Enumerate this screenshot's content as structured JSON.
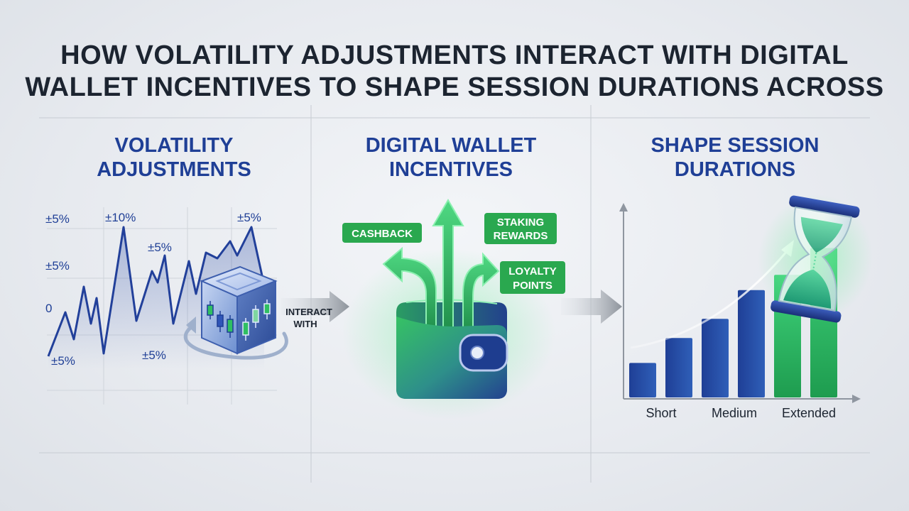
{
  "title": {
    "line1": "HOW VOLATILITY ADJUSTMENTS INTERACT WITH DIGITAL",
    "line2": "WALLET INCENTIVES TO SHAPE SESSION DURATIONS ACROSS"
  },
  "columns": {
    "volatility": {
      "heading_line1": "VOLATILITY",
      "heading_line2": "ADJUSTMENTS",
      "labels": [
        "±5%",
        "±10%",
        "±5%",
        "±5%",
        "±5%",
        "0",
        "±5%",
        "±5%"
      ],
      "connector_line1": "INTERACT",
      "connector_line2": "WITH"
    },
    "wallet": {
      "heading_line1": "DIGITAL WALLET",
      "heading_line2": "INCENTIVES",
      "chips": {
        "cashback": "CASHBACK",
        "staking_line1": "STAKING",
        "staking_line2": "REWARDS",
        "loyalty_line1": "LOYALTY",
        "loyalty_line2": "POINTS"
      }
    },
    "session": {
      "heading_line1": "SHAPE SESSION",
      "heading_line2": "DURATIONS",
      "bars": [
        0.18,
        0.31,
        0.41,
        0.56,
        0.64,
        0.78
      ],
      "x_labels": [
        "Short",
        "Medium",
        "Extended"
      ]
    }
  },
  "colors": {
    "navy": "#1f3f96",
    "green": "#2bb55a",
    "chip_green": "#2aa84f",
    "title": "#1c2430"
  }
}
